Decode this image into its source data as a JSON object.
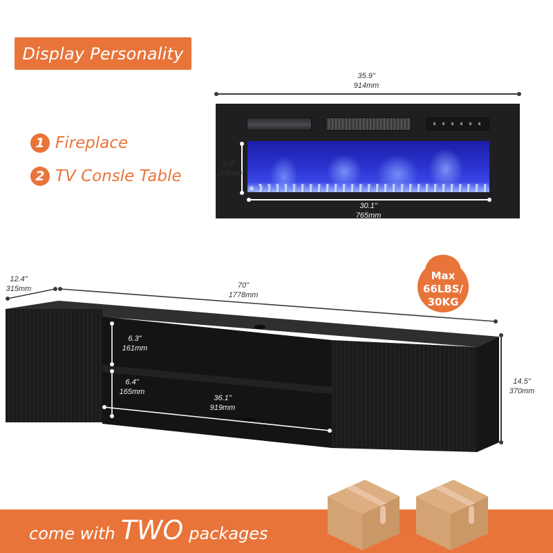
{
  "header": {
    "title": "Display Personality"
  },
  "features": [
    {
      "number": "1",
      "label": "Fireplace"
    },
    {
      "number": "2",
      "label": "TV Consle Table"
    }
  ],
  "fireplace": {
    "overall_width": {
      "inches": "35.9\"",
      "mm": "914mm"
    },
    "flame_height": {
      "inches": "6.4\"",
      "mm": "165mm"
    },
    "flame_width": {
      "inches": "30.1\"",
      "mm": "765mm"
    },
    "colors": {
      "body": "#1f1f22",
      "flame": "#2c33d0"
    }
  },
  "console_table": {
    "depth": {
      "inches": "12.4\"",
      "mm": "315mm"
    },
    "width": {
      "inches": "70\"",
      "mm": "1778mm"
    },
    "height": {
      "inches": "14.5\"",
      "mm": "370mm"
    },
    "upper_shelf_height": {
      "inches": "6.3\"",
      "mm": "161mm"
    },
    "lower_shelf_height": {
      "inches": "6.4\"",
      "mm": "165mm"
    },
    "opening_width": {
      "inches": "36.1\"",
      "mm": "919mm"
    },
    "color": "#1a1a1a"
  },
  "weight_badge": {
    "line1": "Max",
    "line2": "66LBS/",
    "line3": "30KG"
  },
  "footer": {
    "prefix": "come with",
    "emphasis": "TWO",
    "suffix": "packages",
    "package_count": 2
  },
  "theme": {
    "accent": "#e8743a",
    "box": "#d4a373",
    "box_tape": "#eac3a6"
  }
}
